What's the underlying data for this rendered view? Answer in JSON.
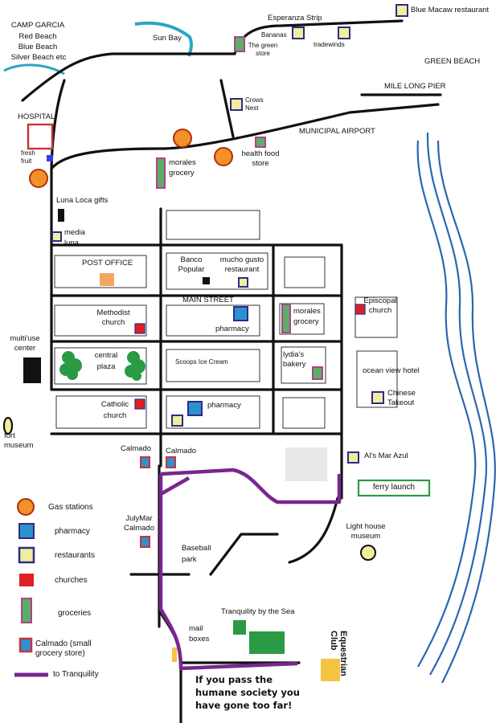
{
  "colors": {
    "road": "#111111",
    "route": "#7a2590",
    "gas": "#f39027",
    "pharmacy": "#2b92d0",
    "restaurant_border": "#2e2a86",
    "restaurant_fill": "#f1ef9f",
    "church": "#e02020",
    "grocery_border": "#b0418a",
    "grocery_fill": "#5cae67",
    "water": "#2b67b0",
    "bay": "#2aa5c2",
    "park": "#2a9a45",
    "hospital": "#c8323c",
    "post_office": "#f4a562",
    "ferry_border": "#2c9a42",
    "equestrian": "#f5c343"
  },
  "places": {
    "camp_garcia": "CAMP GARCIA",
    "red_beach": "Red Beach",
    "blue_beach": "Blue Beach",
    "silver_beach": "Silver Beach etc",
    "sun_bay": "Sun Bay",
    "esperanza_strip": "Esperanza Strip",
    "bananas": "Bananas",
    "the_green_store": "The green store",
    "tradewinds": "tradewinds",
    "blue_macaw": "Blue Macaw restaurant",
    "green_beach": "GREEN BEACH",
    "mile_long_pier": "MILE LONG PIER",
    "crows_nest": "Crows Nest",
    "municipal_airport": "MUNICIPAL AIRPORT",
    "hospital": "HOSPITAL",
    "fresh_fruit": "fresh fruit",
    "morales_grocery_top": "morales grocery",
    "health_food_store": "health food store",
    "luna_loca": "Luna Loca gifts",
    "media_luna": "media luna",
    "post_office": "POST OFFICE",
    "banco_popular": "Banco Popular",
    "mucho_gusto": "mucho gusto restaurant",
    "main_street": "MAIN STREET",
    "methodist_church": "Methodist church",
    "pharmacy_main": "pharmacy",
    "morales_grocery_main": "morales grocery",
    "episcopal_church": "Episcopal church",
    "multiuse_center": "multi'use center",
    "central_plaza": "central plaza",
    "scoops": "Scoops Ice Cream",
    "lydias_bakery": "lydia's bakery",
    "ocean_view_hotel": "ocean view hotel",
    "chinese_takeout": "Chinese Takeout",
    "catholic_church": "Catholic church",
    "pharmacy_south": "pharmacy",
    "fort_museum": "fort museum",
    "calmado_west": "Calmado",
    "calmado_east": "Calmado",
    "als_mar_azul": "Al's Mar Azul",
    "ferry_launch": "ferry launch",
    "julymar_calmado": "JulyMar Calmado",
    "baseball_park": "Baseball park",
    "lighthouse_museum": "Light house museum",
    "tranquility": "Tranquility by the Sea",
    "mail_boxes": "mail boxes",
    "equestrian_club": "Equestrian Club"
  },
  "note": "If you pass the humane society you have gone too far!",
  "legend": [
    {
      "icon": "gas-station-icon",
      "label": "Gas stations"
    },
    {
      "icon": "pharmacy-icon",
      "label": "pharmacy"
    },
    {
      "icon": "restaurant-icon",
      "label": "restaurants"
    },
    {
      "icon": "church-icon",
      "label": "churches"
    },
    {
      "icon": "grocery-icon",
      "label": "groceries"
    },
    {
      "icon": "calmado-icon",
      "label": "Calmado (small grocery store)"
    },
    {
      "icon": "route-line-icon",
      "label": "to Tranquility"
    }
  ]
}
